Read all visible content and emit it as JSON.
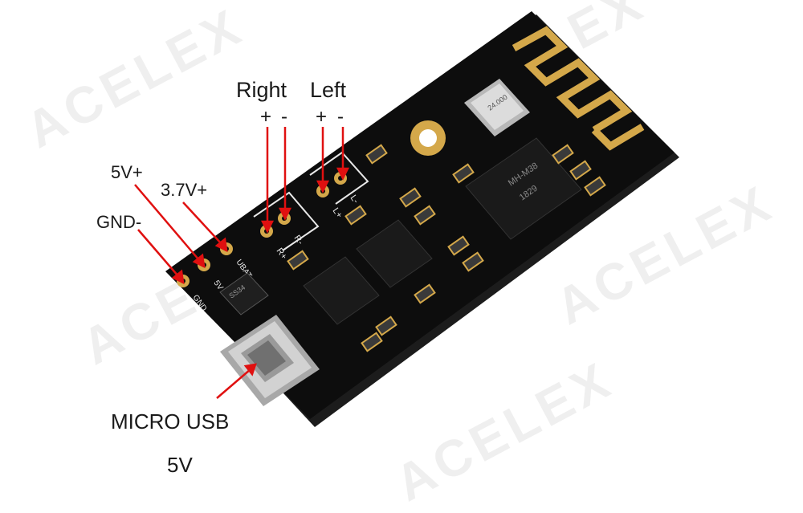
{
  "labels": {
    "right": "Right",
    "left": "Left",
    "right_plus": "+",
    "right_minus": "-",
    "left_plus": "+",
    "left_minus": "-",
    "v5": "5V+",
    "v37": "3.7V+",
    "gnd": "GND-",
    "micro_usb": "MICRO USB",
    "usb_voltage": "5V"
  },
  "silkscreen": {
    "r_plus": "R+",
    "r_minus": "R-",
    "l_plus": "L+",
    "l_minus": "L-",
    "ubat": "UBAT",
    "five_v": "5V",
    "gnd": "GND",
    "chip_main_line1": "MH-M38",
    "chip_main_line2": "1829",
    "crystal": "24.000",
    "diode": "SS34"
  },
  "watermark": "ACELEX",
  "colors": {
    "pcb": "#0d0d0d",
    "pcb_edge": "#1c1c1c",
    "gold": "#d4a84a",
    "arrow": "#e01010",
    "silk": "#e8e8e8",
    "chip": "#1a1a1a",
    "usb": "#c8c8c8"
  }
}
